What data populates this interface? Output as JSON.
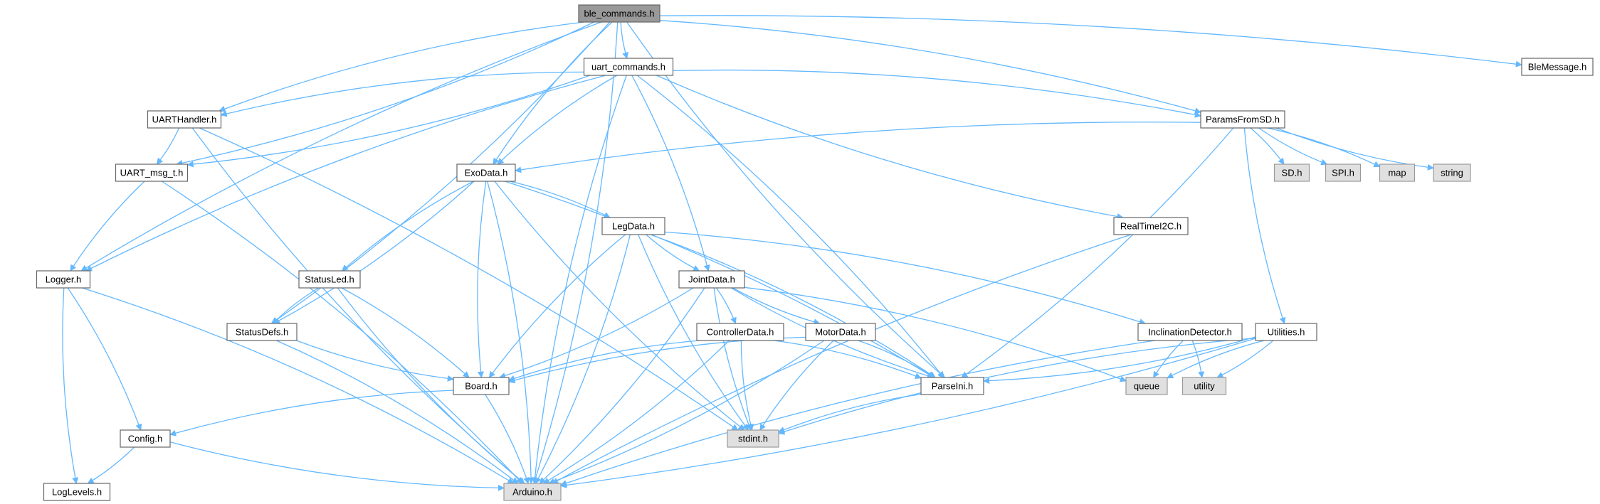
{
  "diagram": {
    "nodes": [
      {
        "id": "ble_commands",
        "label": "ble_commands.h",
        "kind": "root"
      },
      {
        "id": "uart_commands",
        "label": "uart_commands.h",
        "kind": "local"
      },
      {
        "id": "BleMessage",
        "label": "BleMessage.h",
        "kind": "local"
      },
      {
        "id": "UARTHandler",
        "label": "UARTHandler.h",
        "kind": "local"
      },
      {
        "id": "ParamsFromSD",
        "label": "ParamsFromSD.h",
        "kind": "local"
      },
      {
        "id": "UART_msg_t",
        "label": "UART_msg_t.h",
        "kind": "local"
      },
      {
        "id": "ExoData",
        "label": "ExoData.h",
        "kind": "local"
      },
      {
        "id": "SD",
        "label": "SD.h",
        "kind": "system"
      },
      {
        "id": "SPI",
        "label": "SPI.h",
        "kind": "system"
      },
      {
        "id": "map",
        "label": "map",
        "kind": "system"
      },
      {
        "id": "string",
        "label": "string",
        "kind": "system"
      },
      {
        "id": "LegData",
        "label": "LegData.h",
        "kind": "local"
      },
      {
        "id": "RealTimeI2C",
        "label": "RealTimeI2C.h",
        "kind": "local"
      },
      {
        "id": "Logger",
        "label": "Logger.h",
        "kind": "local"
      },
      {
        "id": "StatusLed",
        "label": "StatusLed.h",
        "kind": "local"
      },
      {
        "id": "JointData",
        "label": "JointData.h",
        "kind": "local"
      },
      {
        "id": "StatusDefs",
        "label": "StatusDefs.h",
        "kind": "local"
      },
      {
        "id": "ControllerData",
        "label": "ControllerData.h",
        "kind": "local"
      },
      {
        "id": "MotorData",
        "label": "MotorData.h",
        "kind": "local"
      },
      {
        "id": "InclinationDetector",
        "label": "InclinationDetector.h",
        "kind": "local"
      },
      {
        "id": "Utilities",
        "label": "Utilities.h",
        "kind": "local"
      },
      {
        "id": "Board",
        "label": "Board.h",
        "kind": "local"
      },
      {
        "id": "ParseIni",
        "label": "ParseIni.h",
        "kind": "local"
      },
      {
        "id": "queue",
        "label": "queue",
        "kind": "system"
      },
      {
        "id": "utility",
        "label": "utility",
        "kind": "system"
      },
      {
        "id": "Config",
        "label": "Config.h",
        "kind": "local"
      },
      {
        "id": "stdint",
        "label": "stdint.h",
        "kind": "system"
      },
      {
        "id": "LogLevels",
        "label": "LogLevels.h",
        "kind": "local"
      },
      {
        "id": "Arduino",
        "label": "Arduino.h",
        "kind": "system"
      }
    ],
    "edges": [
      [
        "ble_commands",
        "uart_commands"
      ],
      [
        "ble_commands",
        "BleMessage"
      ],
      [
        "ble_commands",
        "UARTHandler"
      ],
      [
        "ble_commands",
        "UART_msg_t"
      ],
      [
        "ble_commands",
        "ExoData"
      ],
      [
        "ble_commands",
        "ParamsFromSD"
      ],
      [
        "ble_commands",
        "Logger"
      ],
      [
        "ble_commands",
        "StatusDefs"
      ],
      [
        "ble_commands",
        "ParseIni"
      ],
      [
        "ble_commands",
        "Arduino"
      ],
      [
        "uart_commands",
        "UARTHandler"
      ],
      [
        "uart_commands",
        "UART_msg_t"
      ],
      [
        "uart_commands",
        "ExoData"
      ],
      [
        "uart_commands",
        "ParamsFromSD"
      ],
      [
        "uart_commands",
        "Logger"
      ],
      [
        "uart_commands",
        "JointData"
      ],
      [
        "uart_commands",
        "RealTimeI2C"
      ],
      [
        "uart_commands",
        "ParseIni"
      ],
      [
        "uart_commands",
        "Arduino"
      ],
      [
        "UARTHandler",
        "UART_msg_t"
      ],
      [
        "UARTHandler",
        "Arduino"
      ],
      [
        "UARTHandler",
        "stdint"
      ],
      [
        "UART_msg_t",
        "Logger"
      ],
      [
        "UART_msg_t",
        "Arduino"
      ],
      [
        "ParamsFromSD",
        "ExoData"
      ],
      [
        "ParamsFromSD",
        "SD"
      ],
      [
        "ParamsFromSD",
        "SPI"
      ],
      [
        "ParamsFromSD",
        "map"
      ],
      [
        "ParamsFromSD",
        "string"
      ],
      [
        "ParamsFromSD",
        "ParseIni"
      ],
      [
        "ParamsFromSD",
        "Utilities"
      ],
      [
        "ExoData",
        "LegData"
      ],
      [
        "ExoData",
        "StatusLed"
      ],
      [
        "ExoData",
        "StatusDefs"
      ],
      [
        "ExoData",
        "Board"
      ],
      [
        "ExoData",
        "ParseIni"
      ],
      [
        "ExoData",
        "stdint"
      ],
      [
        "ExoData",
        "Arduino"
      ],
      [
        "LegData",
        "JointData"
      ],
      [
        "LegData",
        "InclinationDetector"
      ],
      [
        "LegData",
        "Board"
      ],
      [
        "LegData",
        "ParseIni"
      ],
      [
        "LegData",
        "stdint"
      ],
      [
        "LegData",
        "Arduino"
      ],
      [
        "RealTimeI2C",
        "Arduino"
      ],
      [
        "Logger",
        "Config"
      ],
      [
        "Logger",
        "LogLevels"
      ],
      [
        "Logger",
        "Arduino"
      ],
      [
        "StatusLed",
        "StatusDefs"
      ],
      [
        "StatusLed",
        "Board"
      ],
      [
        "StatusLed",
        "Arduino"
      ],
      [
        "JointData",
        "ControllerData"
      ],
      [
        "JointData",
        "MotorData"
      ],
      [
        "JointData",
        "Board"
      ],
      [
        "JointData",
        "ParseIni"
      ],
      [
        "JointData",
        "queue"
      ],
      [
        "JointData",
        "stdint"
      ],
      [
        "JointData",
        "Arduino"
      ],
      [
        "StatusDefs",
        "Board"
      ],
      [
        "StatusDefs",
        "Arduino"
      ],
      [
        "ControllerData",
        "Board"
      ],
      [
        "ControllerData",
        "ParseIni"
      ],
      [
        "ControllerData",
        "stdint"
      ],
      [
        "ControllerData",
        "Arduino"
      ],
      [
        "MotorData",
        "Board"
      ],
      [
        "MotorData",
        "ParseIni"
      ],
      [
        "MotorData",
        "stdint"
      ],
      [
        "MotorData",
        "Arduino"
      ],
      [
        "InclinationDetector",
        "queue"
      ],
      [
        "InclinationDetector",
        "utility"
      ],
      [
        "InclinationDetector",
        "Arduino"
      ],
      [
        "Utilities",
        "ParseIni"
      ],
      [
        "Utilities",
        "queue"
      ],
      [
        "Utilities",
        "utility"
      ],
      [
        "Utilities",
        "stdint"
      ],
      [
        "Utilities",
        "Arduino"
      ],
      [
        "Board",
        "Config"
      ],
      [
        "Board",
        "Arduino"
      ],
      [
        "ParseIni",
        "stdint"
      ],
      [
        "Config",
        "LogLevels"
      ],
      [
        "Config",
        "Arduino"
      ]
    ],
    "colors": {
      "edge": "#63b8ff",
      "root_fill": "#999999",
      "local_fill": "#ffffff",
      "system_fill": "#e0e0e0",
      "border": "#666666"
    }
  }
}
